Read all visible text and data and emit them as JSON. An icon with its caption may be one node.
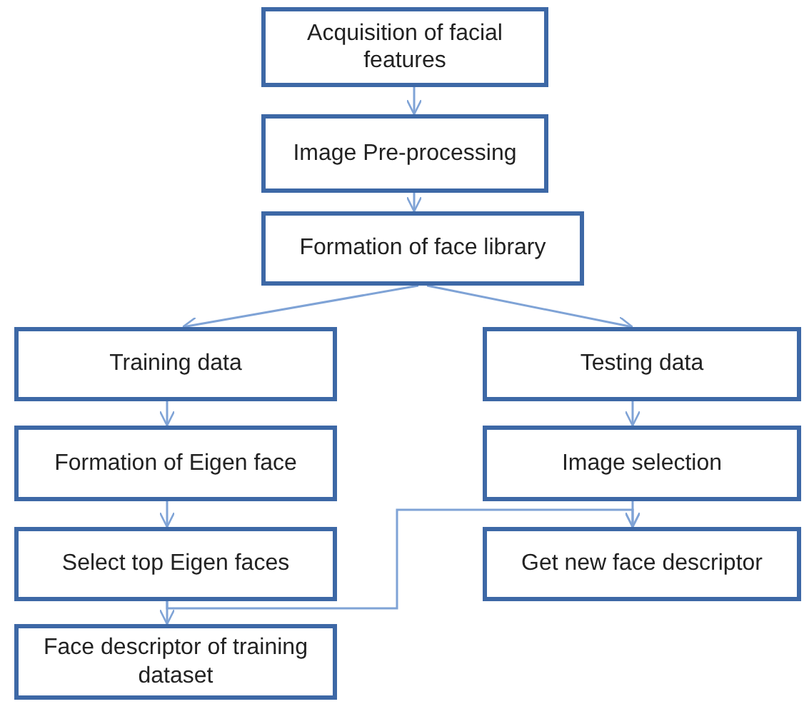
{
  "diagram": {
    "nodes": [
      {
        "text": [
          "Acquisition of facial features"
        ]
      },
      {
        "text": [
          "Image Pre-processing"
        ]
      },
      {
        "text": [
          "Formation of face library"
        ]
      },
      {
        "text": [
          "Training data"
        ]
      },
      {
        "text": [
          "Testing data"
        ]
      },
      {
        "text": [
          "Formation of Eigen face"
        ]
      },
      {
        "text": [
          "Image selection"
        ]
      },
      {
        "text": [
          "Select top Eigen faces"
        ]
      },
      {
        "text": [
          "Get new face descriptor"
        ]
      },
      {
        "text": [
          "Face descriptor of training dataset"
        ]
      }
    ],
    "edges": [
      {
        "from": 0,
        "to": 1,
        "arrow": "to"
      },
      {
        "from": 1,
        "to": 2,
        "arrow": "to"
      },
      {
        "from": 2,
        "to": 3,
        "arrow": "to"
      },
      {
        "from": 2,
        "to": 4,
        "arrow": "to"
      },
      {
        "from": 3,
        "to": 5,
        "arrow": "to"
      },
      {
        "from": 4,
        "to": 6,
        "arrow": "to"
      },
      {
        "from": 5,
        "to": 7,
        "arrow": "to"
      },
      {
        "from": 6,
        "to": 8,
        "arrow": "to"
      },
      {
        "from": 7,
        "to": 9,
        "arrow": "to"
      },
      {
        "from": 7,
        "to": 8,
        "arrow": "to"
      }
    ]
  }
}
